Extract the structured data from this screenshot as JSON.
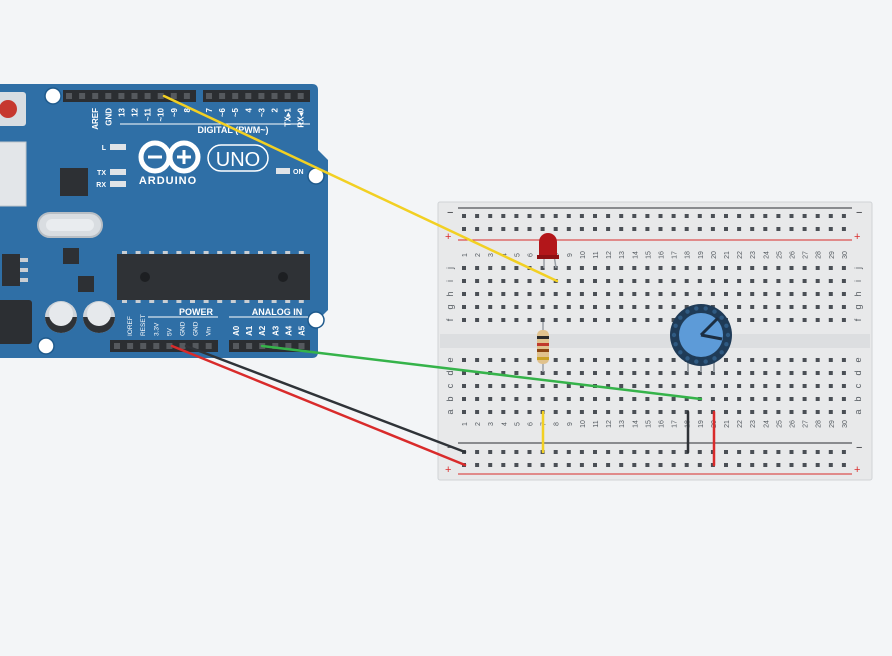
{
  "arduino": {
    "brand": "ARDUINO",
    "model": "UNO",
    "digital_label": "DIGITAL (PWM~)",
    "power_label": "POWER",
    "analog_label": "ANALOG IN",
    "on_label": "ON",
    "led_labels": [
      "L",
      "TX",
      "RX"
    ],
    "digital_pins": [
      "AREF",
      "GND",
      "13",
      "12",
      "~11",
      "~10",
      "~9",
      "8",
      "7",
      "~6",
      "~5",
      "4",
      "~3",
      "2",
      "TX▸1",
      "RX◂0"
    ],
    "power_pins": [
      "IOREF",
      "RESET",
      "3.3V",
      "5V",
      "GND",
      "GND",
      "Vin"
    ],
    "analog_pins": [
      "A0",
      "A1",
      "A2",
      "A3",
      "A4",
      "A5"
    ],
    "board_color": "#2f6fa6"
  },
  "breadboard": {
    "column_numbers": [
      "1",
      "2",
      "3",
      "4",
      "5",
      "6",
      "7",
      "8",
      "9",
      "10",
      "11",
      "12",
      "13",
      "14",
      "15",
      "16",
      "17",
      "18",
      "19",
      "20",
      "21",
      "22",
      "23",
      "24",
      "25",
      "26",
      "27",
      "28",
      "29",
      "30"
    ],
    "top_rows": [
      "j",
      "i",
      "h",
      "g",
      "f"
    ],
    "bottom_rows": [
      "e",
      "d",
      "c",
      "b",
      "a"
    ],
    "rail_minus": "−",
    "rail_plus": "+"
  },
  "wires": {
    "colors": {
      "digital": "#f2d023",
      "ground": "#2f3338",
      "power": "#d92b2b",
      "signal": "#35b34a"
    }
  },
  "components": {
    "led_color": "#b3161a",
    "potentiometer_color": "#5d9bd8"
  }
}
